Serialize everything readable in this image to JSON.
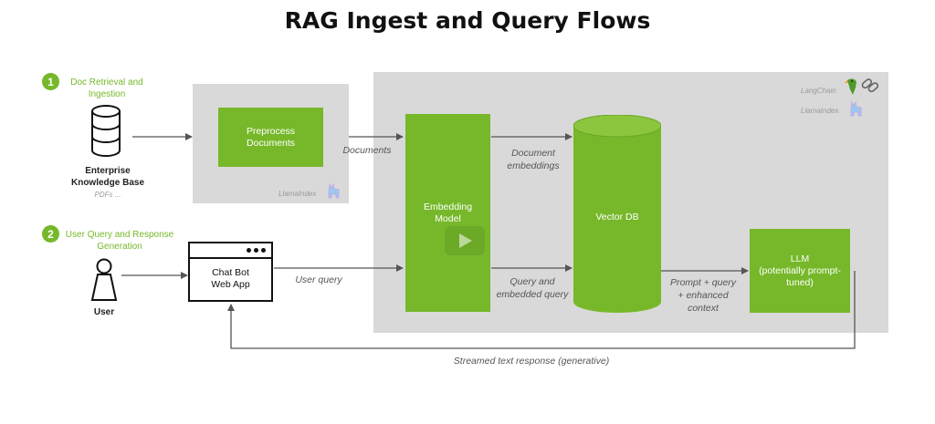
{
  "title": "RAG Ingest and Query Flows",
  "step1": {
    "number": "1",
    "label": "Doc Retrieval and\nIngestion"
  },
  "step2": {
    "number": "2",
    "label": "User Query and Response\nGeneration"
  },
  "enterprise": {
    "title": "Enterprise\nKnowledge Base",
    "subtitle": "PDFs ..."
  },
  "user": {
    "label": "User"
  },
  "preprocess": {
    "label": "Preprocess\nDocuments",
    "tag": "LlamaIndex"
  },
  "webapp": {
    "label": "Chat Bot\nWeb App"
  },
  "embedding": {
    "label": "Embedding\nModel"
  },
  "vectordb": {
    "label": "Vector DB"
  },
  "llm": {
    "label": "LLM\n(potentially prompt-\ntuned)"
  },
  "frameworks": {
    "langchain": "LangChain",
    "llamaindex": "LlamaIndex"
  },
  "edges": {
    "documents": "Documents",
    "doc_embeddings": "Document\nembeddings",
    "user_query": "User query",
    "query_embedded": "Query and\nembedded query",
    "prompt_context": "Prompt + query\n+ enhanced\ncontext",
    "streamed": "Streamed text response (generative)"
  },
  "colors": {
    "accent": "#76b82a",
    "panel": "#d9d9d9"
  },
  "icons": {
    "kb": "database-icon",
    "user": "user-icon",
    "play": "play-icon",
    "langchain": "parrot-chain-icon",
    "llamaindex": "llama-icon"
  }
}
